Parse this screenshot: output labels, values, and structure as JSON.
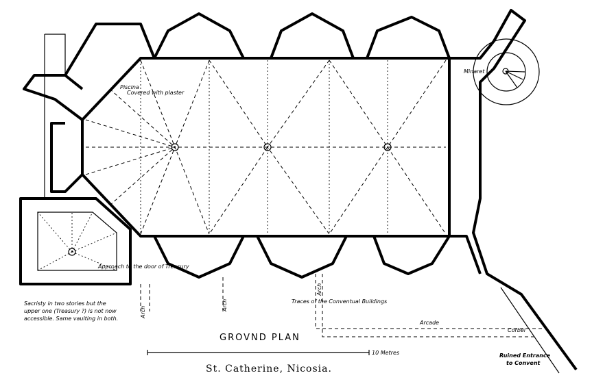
{
  "title": "St. Catherine, Nicosia.",
  "plan_label": "GROVND PLAN",
  "labels": {
    "piscina": "Piscina",
    "piscina_note": "Covered with plaster",
    "minaret": "Minaret",
    "treasury_door": "Approach to the door of Treasury",
    "sacristy_note_1": "Sacristy in two stories but the",
    "sacristy_note_2": "upper one (Treasury ?) is not now",
    "sacristy_note_3": "accessible. Same vaulting in both.",
    "arch_1": "Arch",
    "arch_2": "Arch",
    "arch_3": "Arch",
    "traces": "Traces of the Conventual Buildings",
    "arcade": "Arcade",
    "corbel": "Corbel",
    "ruined_entrance_1": "Ruined Entrance",
    "ruined_entrance_2": "to Convent",
    "scale": "10 Metres"
  }
}
